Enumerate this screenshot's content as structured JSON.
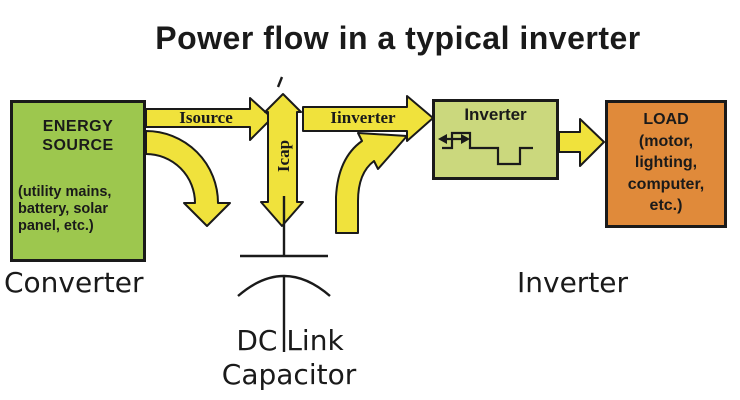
{
  "title": "Power flow in a typical inverter",
  "boxes": {
    "energy_source": {
      "name_line1": "ENERGY",
      "name_line2": "SOURCE",
      "examples_line1": "(utility mains,",
      "examples_line2": "battery, solar",
      "examples_line3": "panel, etc.)"
    },
    "inverter": {
      "label": "Inverter"
    },
    "load": {
      "title": "LOAD",
      "examples_line1": "(motor,",
      "examples_line2": "lighting,",
      "examples_line3": "computer,",
      "examples_line4": "etc.)"
    }
  },
  "current_labels": {
    "isource": "Isource",
    "icap": "Icap",
    "iinverter": "Iinverter"
  },
  "stage_labels": {
    "converter": "Converter",
    "inverter": "Inverter"
  },
  "capacitor_label": {
    "line1": "DC Link",
    "line2": "Capacitor"
  },
  "colors": {
    "background": "#ffffff",
    "text": "#1a1a1a",
    "outline": "#1a1a1a",
    "arrow_yellow": "#f0e23c",
    "energy_box_fill": "#9dc74e",
    "inverter_box_fill": "#cbd87d",
    "load_box_fill": "#e08a3a"
  }
}
